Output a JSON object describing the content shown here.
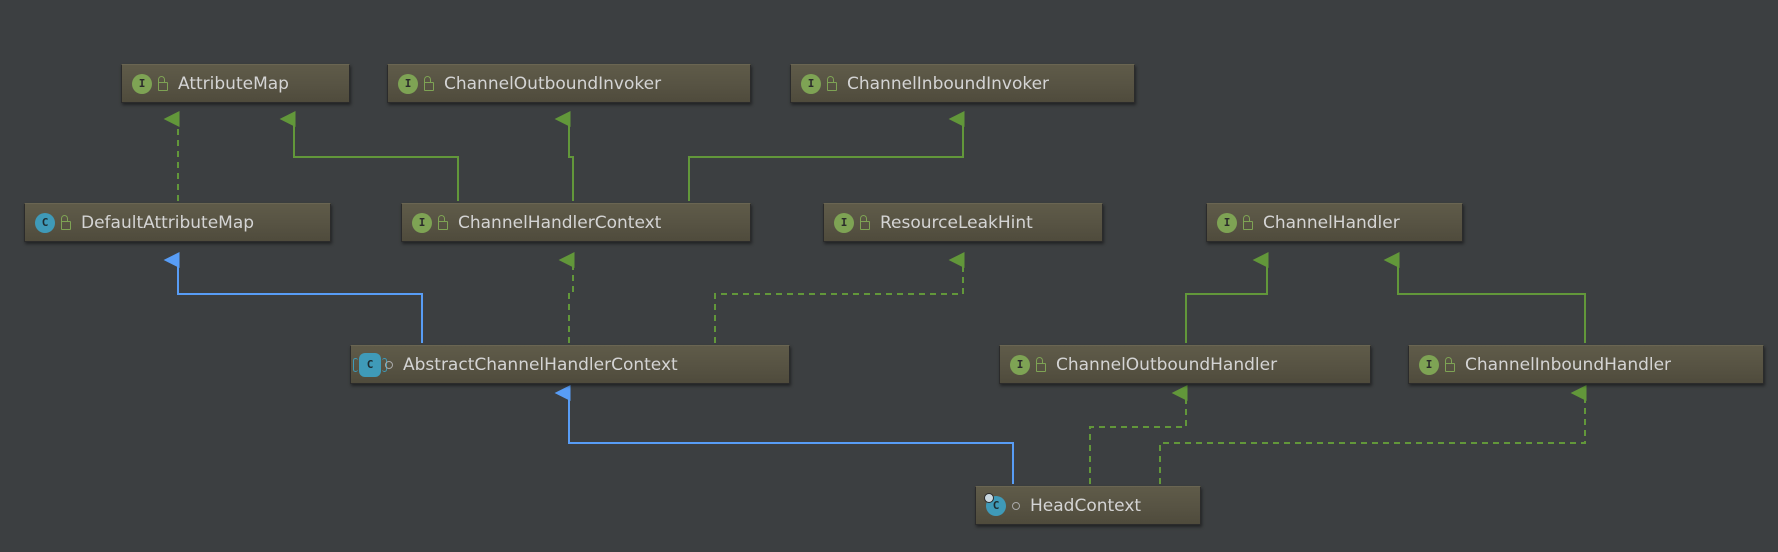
{
  "colors": {
    "background": "#3c3f41",
    "interface_edge": "#62973a",
    "extends_edge": "#589df6",
    "node_fill": "#585444",
    "label": "#d4d4d4"
  },
  "nodes": {
    "attribute_map": {
      "label": "AttributeMap",
      "kind": "interface",
      "badge": "I"
    },
    "channel_outbound_invoker": {
      "label": "ChannelOutboundInvoker",
      "kind": "interface",
      "badge": "I"
    },
    "channel_inbound_invoker": {
      "label": "ChannelInboundInvoker",
      "kind": "interface",
      "badge": "I"
    },
    "default_attribute_map": {
      "label": "DefaultAttributeMap",
      "kind": "class",
      "badge": "C"
    },
    "channel_handler_context": {
      "label": "ChannelHandlerContext",
      "kind": "interface",
      "badge": "I"
    },
    "resource_leak_hint": {
      "label": "ResourceLeakHint",
      "kind": "interface",
      "badge": "I"
    },
    "channel_handler": {
      "label": "ChannelHandler",
      "kind": "interface",
      "badge": "I"
    },
    "abstract_channel_handler_context": {
      "label": "AbstractChannelHandlerContext",
      "kind": "abstract-class",
      "badge": "C"
    },
    "channel_outbound_handler": {
      "label": "ChannelOutboundHandler",
      "kind": "interface",
      "badge": "I"
    },
    "channel_inbound_handler": {
      "label": "ChannelInboundHandler",
      "kind": "interface",
      "badge": "I"
    },
    "head_context": {
      "label": "HeadContext",
      "kind": "inner-class",
      "badge": "C"
    }
  },
  "edges": [
    {
      "from": "default_attribute_map",
      "to": "attribute_map",
      "type": "implements"
    },
    {
      "from": "channel_handler_context",
      "to": "attribute_map",
      "type": "extends-interface"
    },
    {
      "from": "channel_handler_context",
      "to": "channel_outbound_invoker",
      "type": "extends-interface"
    },
    {
      "from": "channel_handler_context",
      "to": "channel_inbound_invoker",
      "type": "extends-interface"
    },
    {
      "from": "abstract_channel_handler_context",
      "to": "default_attribute_map",
      "type": "extends-class"
    },
    {
      "from": "abstract_channel_handler_context",
      "to": "channel_handler_context",
      "type": "implements"
    },
    {
      "from": "abstract_channel_handler_context",
      "to": "resource_leak_hint",
      "type": "implements"
    },
    {
      "from": "channel_outbound_handler",
      "to": "channel_handler",
      "type": "extends-interface"
    },
    {
      "from": "channel_inbound_handler",
      "to": "channel_handler",
      "type": "extends-interface"
    },
    {
      "from": "head_context",
      "to": "abstract_channel_handler_context",
      "type": "extends-class"
    },
    {
      "from": "head_context",
      "to": "channel_outbound_handler",
      "type": "implements"
    },
    {
      "from": "head_context",
      "to": "channel_inbound_handler",
      "type": "implements"
    }
  ]
}
